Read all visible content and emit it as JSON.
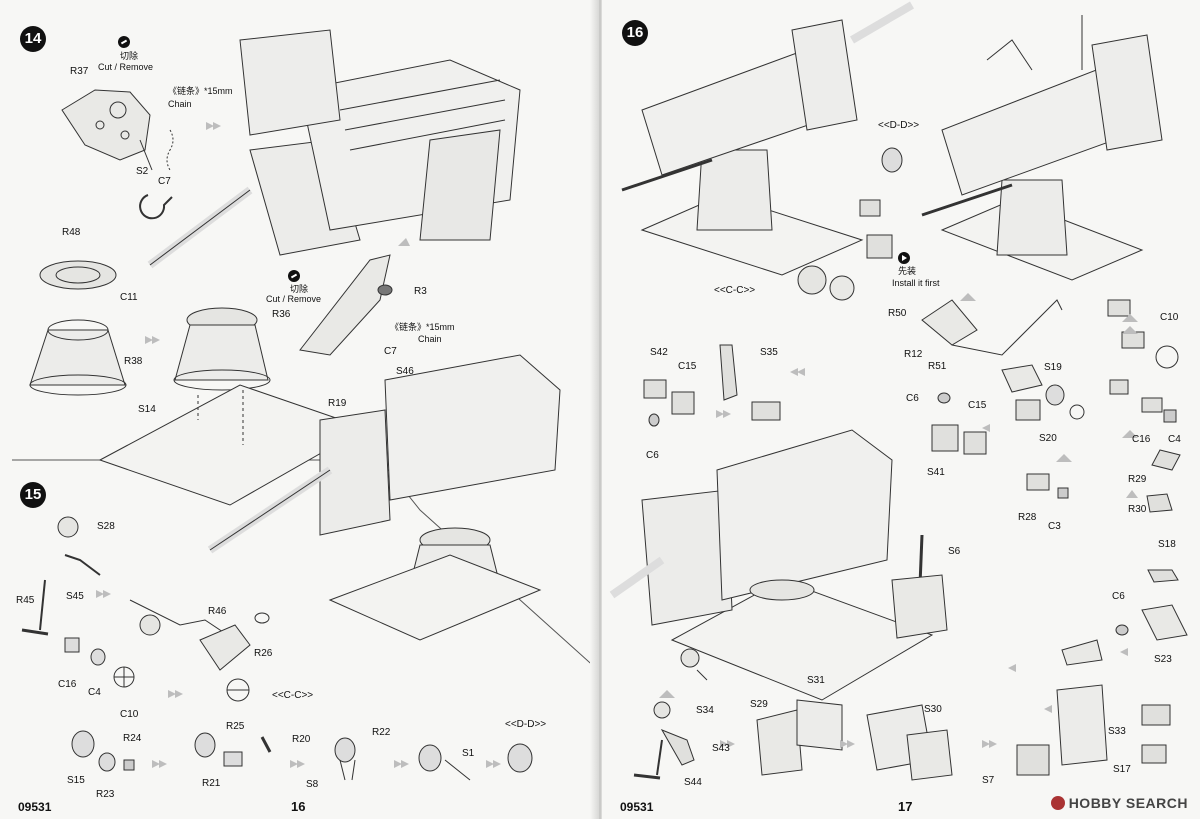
{
  "left_page": {
    "step_14": {
      "number": "14"
    },
    "step_15": {
      "number": "15"
    },
    "page_number": "16",
    "model_code": "09531",
    "labels": {
      "r37": "R37",
      "s2": "S2",
      "c7a": "C7",
      "r48": "R48",
      "c11": "C11",
      "r38": "R38",
      "s14": "S14",
      "r3": "R3",
      "r36": "R36",
      "c7b": "C7",
      "s46": "S46",
      "r19": "R19",
      "s28": "S28",
      "s45": "S45",
      "r45": "R45",
      "r46": "R46",
      "r26": "R26",
      "c16": "C16",
      "c4": "C4",
      "c10": "C10",
      "cc": "<<C-C>>",
      "dd": "<<D-D>>",
      "s15": "S15",
      "r23": "R23",
      "r24": "R24",
      "r25": "R25",
      "r20": "R20",
      "r21": "R21",
      "r22": "R22",
      "s8": "S8",
      "s1": "S1"
    },
    "cut_zh": "切除",
    "cut_en": "Cut / Remove",
    "chain_zh": "《链条》*15mm",
    "chain_en": "Chain",
    "cut2_zh": "切除",
    "cut2_en": "Cut / Remove",
    "chain2_zh": "《链条》*15mm",
    "chain2_en": "Chain"
  },
  "right_page": {
    "step_16": {
      "number": "16"
    },
    "page_number": "17",
    "model_code": "09531",
    "install_zh": "先装",
    "install_en": "Install it first",
    "labels": {
      "dd": "<<D-D>>",
      "cc": "<<C-C>>",
      "r50": "R50",
      "r12": "R12",
      "r51": "R51",
      "s42": "S42",
      "c15a": "C15",
      "s35": "S35",
      "c6a": "C6",
      "c6b": "C6",
      "c15b": "C15",
      "s41": "S41",
      "s19": "S19",
      "s20": "S20",
      "c10": "C10",
      "c16": "C16",
      "c4": "C4",
      "r29": "R29",
      "r30": "R30",
      "r28": "R28",
      "c3": "C3",
      "s6": "S6",
      "s18": "S18",
      "c6c": "C6",
      "s23": "S23",
      "s34": "S34",
      "s43": "S43",
      "s44": "S44",
      "s29": "S29",
      "s31": "S31",
      "s30": "S30",
      "s7": "S7",
      "s33": "S33",
      "s17": "S17"
    },
    "watermark": "HOBBY SEARCH"
  },
  "colors": {
    "paper": "#f7f7f5",
    "ink": "#1a1a1a",
    "arrow": "#bdbdbd",
    "brand": "#a33"
  }
}
